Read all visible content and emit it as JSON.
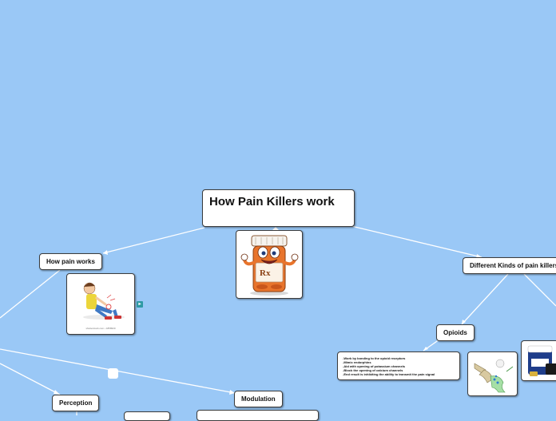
{
  "map": {
    "central": "How Pain Killers work",
    "how_pain_works": "How pain works",
    "different_kinds": "Different Kinds of pain killers",
    "opioids": "Opioids",
    "perception": "Perception",
    "modulation": "Modulation",
    "opioid_notes": [
      "-Work by bonding to the opioid receptors",
      "-Mimic endorphins",
      "-Aid with opening of potassium channels",
      "-Block the opening of calcium channels",
      "-End result is inhibiting the ability to transmit the pain signal"
    ],
    "image_caption": "shutterstock.com • 1858930"
  },
  "icons": {
    "pill_bottle": "pill-bottle-mascot-icon",
    "injured_person": "injured-person-icon",
    "link_badge": "link-badge-icon",
    "neuron": "neuron-receptor-icon",
    "medication": "medication-bottle-icon"
  },
  "colors": {
    "background": "#9ac8f6",
    "connector": "#ffffff",
    "bottle_orange": "#e8742c",
    "badge": "#2e9aa4"
  }
}
